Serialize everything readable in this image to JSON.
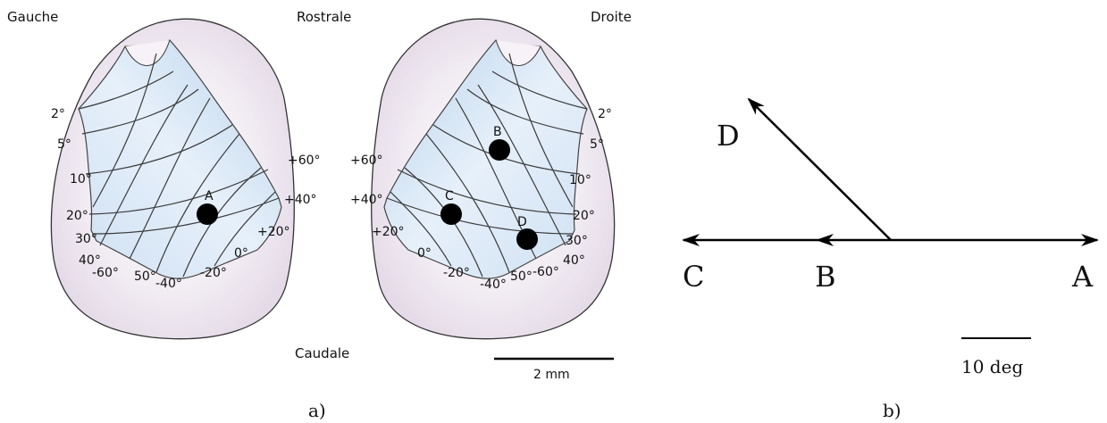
{
  "panel_a": {
    "orientation": {
      "left": "Gauche",
      "top": "Rostrale",
      "right": "Droite",
      "bottom": "Caudale"
    },
    "left_map": {
      "eccentricity_labels": [
        "2°",
        "5°",
        "10°",
        "20°",
        "30°",
        "40°"
      ],
      "azimuth_labels": [
        "+60°",
        "+40°",
        "+20°",
        "0°",
        "-20°",
        "-40°",
        "50°",
        "-60°"
      ],
      "points": [
        "A"
      ]
    },
    "right_map": {
      "eccentricity_labels": [
        "2°",
        "5°",
        "10°",
        "20°",
        "30°",
        "40°"
      ],
      "azimuth_labels": [
        "+60°",
        "+40°",
        "+20°",
        "0°",
        "-20°",
        "-40°",
        "50°",
        "-60°"
      ],
      "points": [
        "B",
        "C",
        "D"
      ]
    },
    "scale_bar": "2 mm",
    "caption": "a)"
  },
  "panel_b": {
    "vectors": [
      "D",
      "C",
      "B",
      "A"
    ],
    "scale_bar": "10 deg",
    "caption": "b)"
  }
}
